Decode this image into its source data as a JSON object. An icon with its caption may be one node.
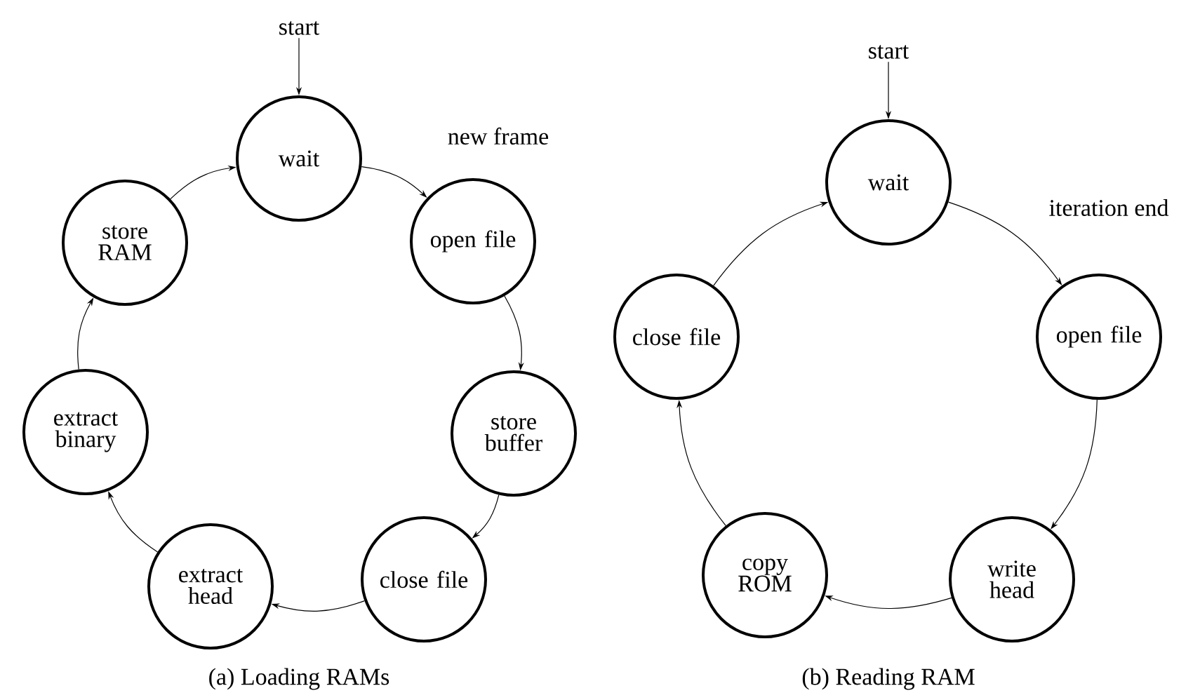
{
  "diagram": {
    "nodes": [
      {
        "text": [
          "start"
        ]
      },
      {
        "text": [
          "wait"
        ]
      },
      {
        "text": [
          "open file"
        ]
      },
      {
        "text": [
          "store buffer"
        ]
      },
      {
        "text": [
          "close file"
        ]
      },
      {
        "text": [
          "extract head"
        ]
      },
      {
        "text": [
          "extract binary"
        ]
      },
      {
        "text": [
          "store RAM"
        ]
      },
      {
        "text": [
          "start"
        ]
      },
      {
        "text": [
          "wait"
        ]
      },
      {
        "text": [
          "open file"
        ]
      },
      {
        "text": [
          "write head"
        ]
      },
      {
        "text": [
          "copy ROM"
        ]
      },
      {
        "text": [
          "close file"
        ]
      }
    ],
    "edges": [
      {
        "from": 0,
        "to": 1,
        "arrow": "to"
      },
      {
        "from": 1,
        "to": 2,
        "arrow": "to",
        "label": "new frame"
      },
      {
        "from": 2,
        "to": 3,
        "arrow": "to"
      },
      {
        "from": 3,
        "to": 4,
        "arrow": "to"
      },
      {
        "from": 4,
        "to": 5,
        "arrow": "to"
      },
      {
        "from": 5,
        "to": 6,
        "arrow": "to"
      },
      {
        "from": 6,
        "to": 7,
        "arrow": "to"
      },
      {
        "from": 7,
        "to": 1,
        "arrow": "to"
      },
      {
        "from": 8,
        "to": 9,
        "arrow": "to"
      },
      {
        "from": 9,
        "to": 10,
        "arrow": "to",
        "label": "iteration end"
      },
      {
        "from": 10,
        "to": 11,
        "arrow": "to"
      },
      {
        "from": 11,
        "to": 12,
        "arrow": "to"
      },
      {
        "from": 12,
        "to": 13,
        "arrow": "to"
      },
      {
        "from": 13,
        "to": 9,
        "arrow": "to"
      }
    ],
    "labels": [
      "(a) Loading RAMs",
      "(b) Reading RAM"
    ]
  }
}
